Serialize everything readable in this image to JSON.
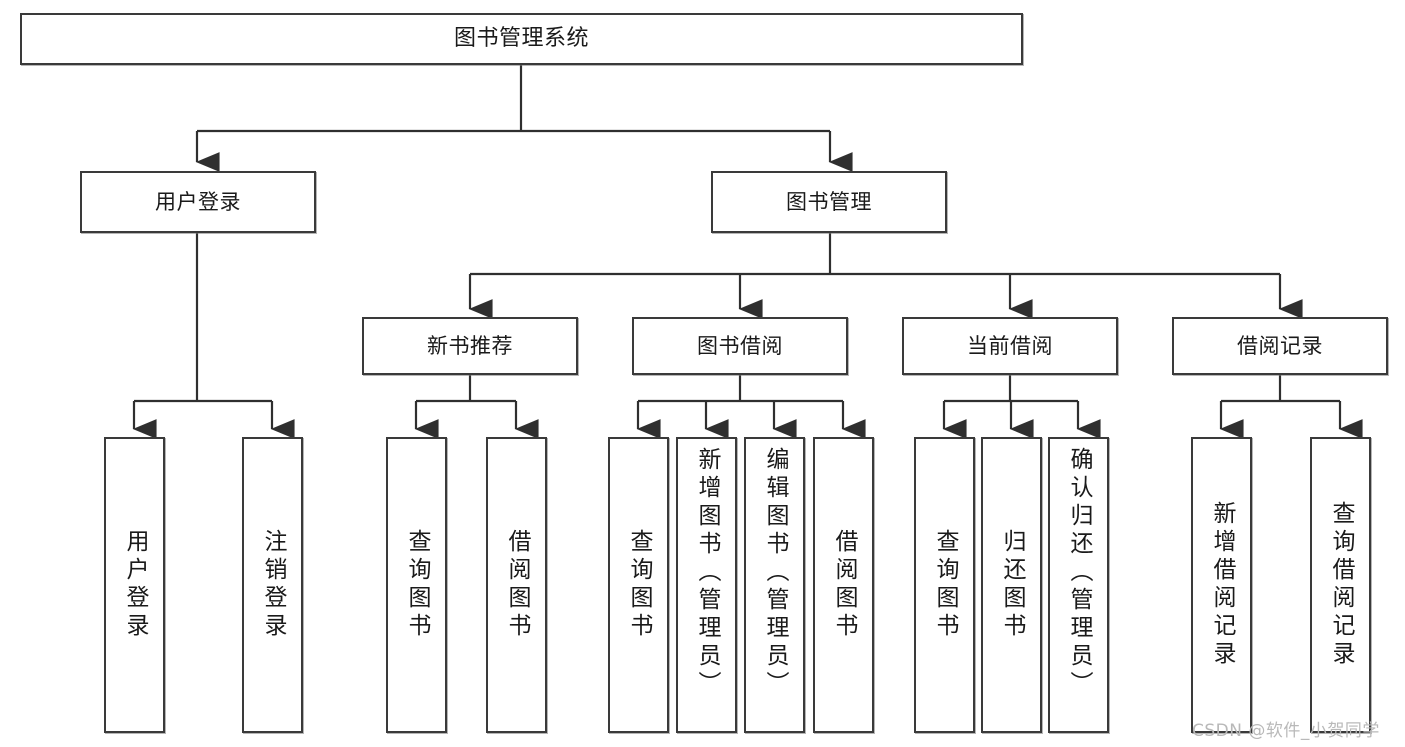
{
  "diagram": {
    "title": "图书管理系统",
    "type": "tree-hierarchy-chart",
    "root": {
      "id": "root",
      "label": "图书管理系统"
    },
    "level2": [
      {
        "id": "user-login",
        "label": "用户登录"
      },
      {
        "id": "book-management",
        "label": "图书管理"
      }
    ],
    "level3": [
      {
        "id": "new-book-recommend",
        "label": "新书推荐"
      },
      {
        "id": "book-borrow",
        "label": "图书借阅"
      },
      {
        "id": "current-borrow",
        "label": "当前借阅"
      },
      {
        "id": "borrow-record",
        "label": "借阅记录"
      }
    ],
    "leaves": {
      "user_login": [
        {
          "id": "leaf-user-login",
          "label": "用户登录"
        },
        {
          "id": "leaf-logout-login",
          "label": "注销登录"
        }
      ],
      "new_book_recommend": [
        {
          "id": "leaf-query-book-1",
          "label": "查询图书"
        },
        {
          "id": "leaf-borrow-book-1",
          "label": "借阅图书"
        }
      ],
      "book_borrow": [
        {
          "id": "leaf-query-book-2",
          "label": "查询图书"
        },
        {
          "id": "leaf-add-book",
          "label": "新增图书（管理员）"
        },
        {
          "id": "leaf-edit-book",
          "label": "编辑图书（管理员）"
        },
        {
          "id": "leaf-borrow-book-2",
          "label": "借阅图书"
        }
      ],
      "current_borrow": [
        {
          "id": "leaf-query-book-3",
          "label": "查询图书"
        },
        {
          "id": "leaf-return-book",
          "label": "归还图书"
        },
        {
          "id": "leaf-confirm-return",
          "label": "确认归还（管理员）"
        }
      ],
      "borrow_record": [
        {
          "id": "leaf-add-record",
          "label": "新增借阅记录"
        },
        {
          "id": "leaf-query-record",
          "label": "查询借阅记录"
        }
      ]
    }
  },
  "watermark": {
    "text": "CSDN @软件_小贺同学"
  },
  "colors": {
    "border": "#3a3a3a",
    "text": "#1a1a1a",
    "background": "#ffffff",
    "edge": "#2f2f2f",
    "watermark": "#b9b9b9"
  }
}
